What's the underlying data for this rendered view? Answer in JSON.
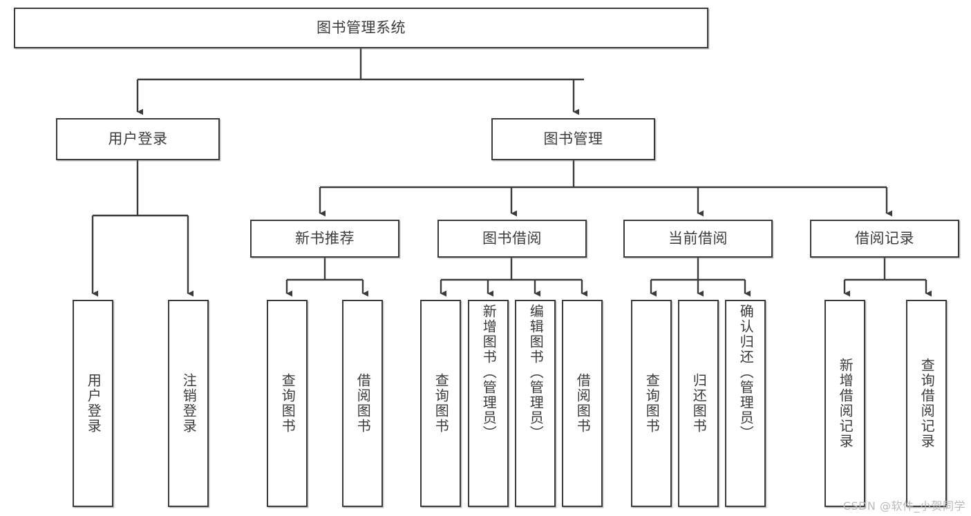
{
  "diagram": {
    "title": "图书管理系统",
    "type": "tree-hierarchy-chart",
    "watermark": "CSDN @软件_小贺同学",
    "colors": {
      "stroke": "#3a3a3a",
      "text": "#3b3b3b",
      "background": "#ffffff",
      "watermark": "#b9b9b9"
    },
    "root": {
      "label": "图书管理系统"
    },
    "level2": [
      {
        "label": "用户登录"
      },
      {
        "label": "图书管理"
      }
    ],
    "level3": [
      {
        "label": "新书推荐"
      },
      {
        "label": "图书借阅"
      },
      {
        "label": "当前借阅"
      },
      {
        "label": "借阅记录"
      }
    ],
    "leaves": {
      "user_login": [
        {
          "label": "用户登录"
        },
        {
          "label": "注销登录"
        }
      ],
      "new_book_recommend": [
        {
          "label": "查询图书"
        },
        {
          "label": "借阅图书"
        }
      ],
      "book_borrow": [
        {
          "label": "查询图书"
        },
        {
          "label": "新增图书（管理员）"
        },
        {
          "label": "编辑图书（管理员）"
        },
        {
          "label": "借阅图书"
        }
      ],
      "current_borrow": [
        {
          "label": "查询图书"
        },
        {
          "label": "归还图书"
        },
        {
          "label": "确认归还（管理员）"
        }
      ],
      "borrow_record": [
        {
          "label": "新增借阅记录"
        },
        {
          "label": "查询借阅记录"
        }
      ]
    }
  }
}
